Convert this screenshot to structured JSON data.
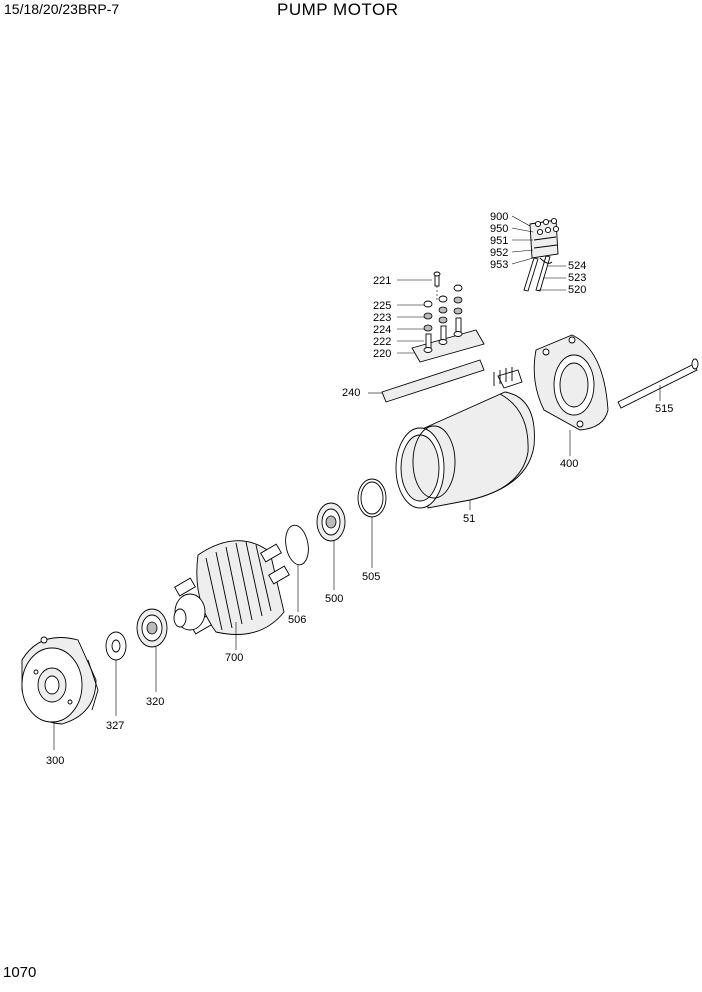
{
  "header": {
    "model": "15/18/20/23BRP-7",
    "title": "PUMP MOTOR"
  },
  "page_number": "1070",
  "labels": {
    "p900": "900",
    "p950": "950",
    "p951": "951",
    "p952": "952",
    "p953": "953",
    "p524": "524",
    "p523": "523",
    "p520": "520",
    "p221": "221",
    "p225": "225",
    "p223": "223",
    "p224": "224",
    "p222": "222",
    "p220": "220",
    "p240": "240",
    "p515": "515",
    "p400": "400",
    "p51": "51",
    "p505": "505",
    "p500": "500",
    "p506": "506",
    "p700": "700",
    "p320": "320",
    "p327": "327",
    "p300": "300"
  }
}
